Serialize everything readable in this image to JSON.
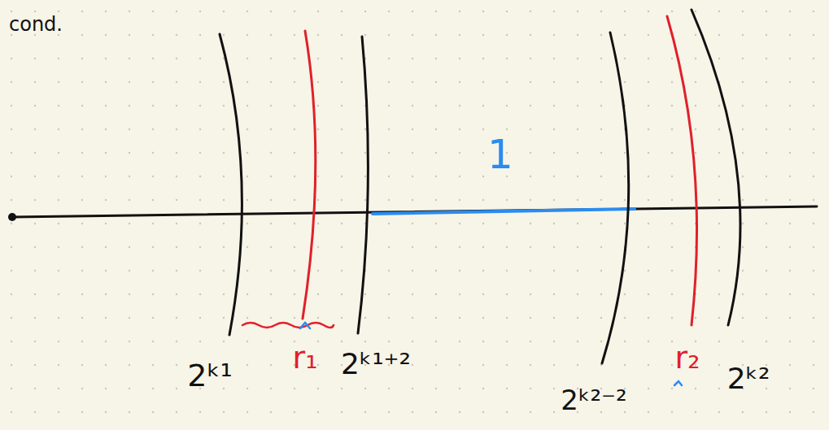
{
  "diagram": {
    "labels": [
      "cond.",
      "1",
      "2ᵏ¹",
      "r₁",
      "2ᵏ¹⁺²",
      "2ᵏ²⁻²",
      "r₂",
      "2ᵏ²"
    ]
  }
}
